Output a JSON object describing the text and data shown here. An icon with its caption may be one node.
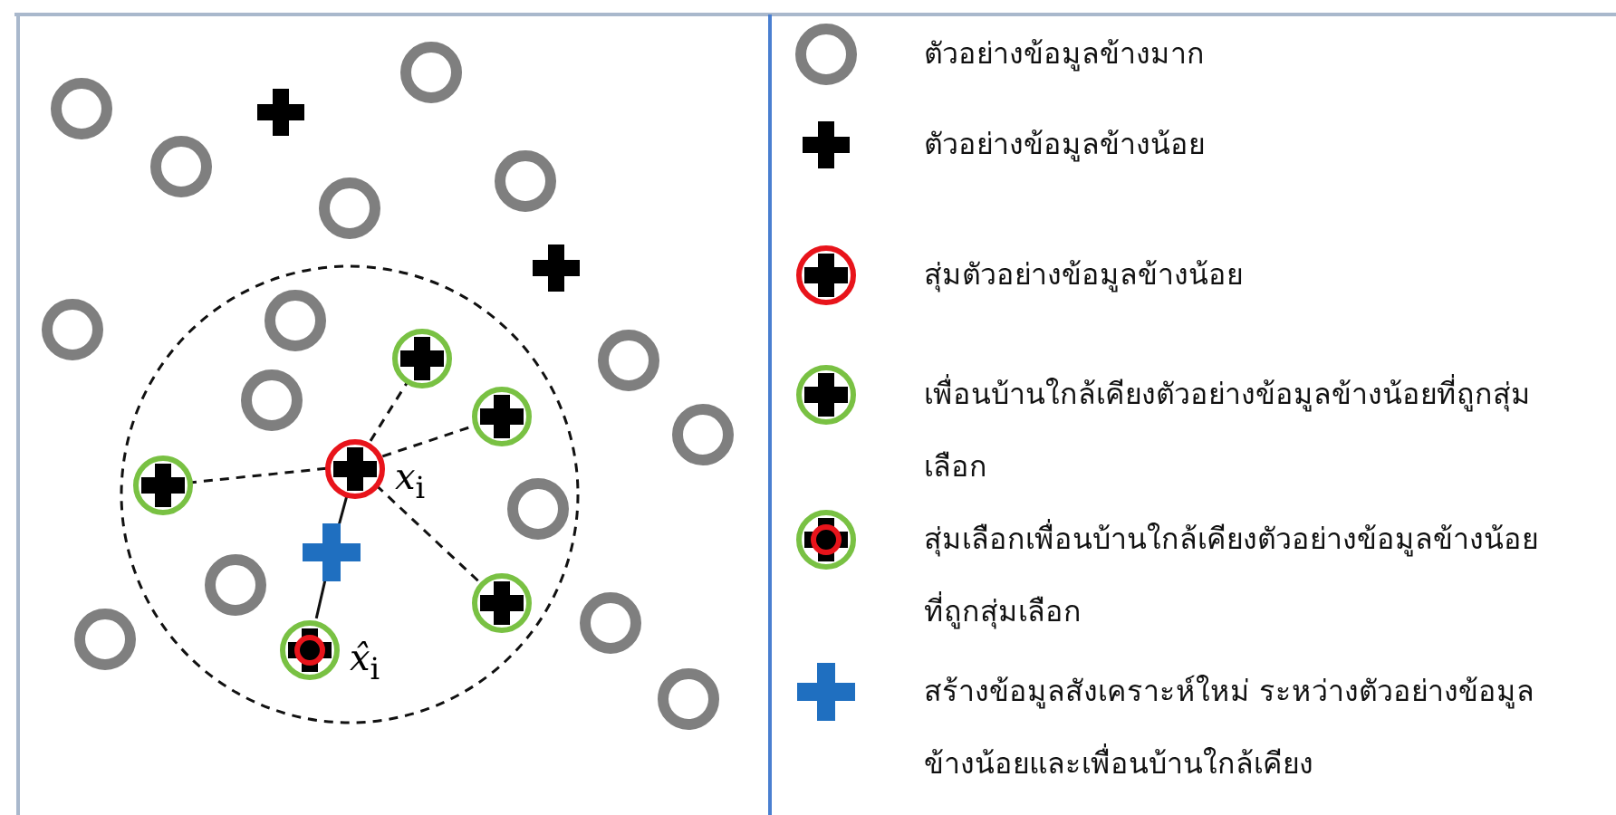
{
  "diagram": {
    "nodes": [
      {
        "text": [],
        "shape": "circle"
      },
      {
        "text": [],
        "shape": "circle"
      },
      {
        "text": [],
        "shape": "circle",
        "beside": [
          "*x*$_{i}$"
        ]
      },
      {
        "text": [],
        "shape": "circle"
      },
      {
        "text": [],
        "shape": "cross"
      },
      {
        "text": [],
        "shape": "circle"
      },
      {
        "text": [],
        "shape": "circle",
        "beside": [
          "*x̂*$_{i}$"
        ]
      }
    ],
    "edges": [
      {
        "from": 2,
        "to": 0,
        "arrow": "none",
        "style": "dashed"
      },
      {
        "from": 2,
        "to": 1,
        "arrow": "none",
        "style": "dashed"
      },
      {
        "from": 2,
        "to": 3,
        "arrow": "none",
        "style": "dashed"
      },
      {
        "from": 2,
        "to": 5,
        "arrow": "none",
        "style": "dashed"
      },
      {
        "from": 2,
        "to": 4,
        "arrow": "none"
      },
      {
        "from": 4,
        "to": 6,
        "arrow": "none"
      }
    ],
    "legend": [
      {
        "text": "ตัวอย่างข้อมูลข้างมาก"
      },
      {
        "text": "ตัวอย่างข้อมูลข้างน้อย"
      },
      {
        "text": "สุ่มตัวอย่างข้อมูลข้างน้อย"
      },
      {
        "text": "เพื่อนบ้านใกล้เคียงตัวอย่างข้อมูลข้างน้อยที่ถูกสุ่มเลือก"
      },
      {
        "text": "สุ่มเลือกเพื่อนบ้านใกล้เคียงตัวอย่างข้อมูลข้างน้อยที่ถูกสุ่มเลือก"
      },
      {
        "text": "สร้างข้อมูลสังเคราะห์ใหม่ ระหว่างตัวอย่างข้อมูลข้างน้อยและเพื่อนบ้านใกล้เคียง"
      }
    ]
  }
}
